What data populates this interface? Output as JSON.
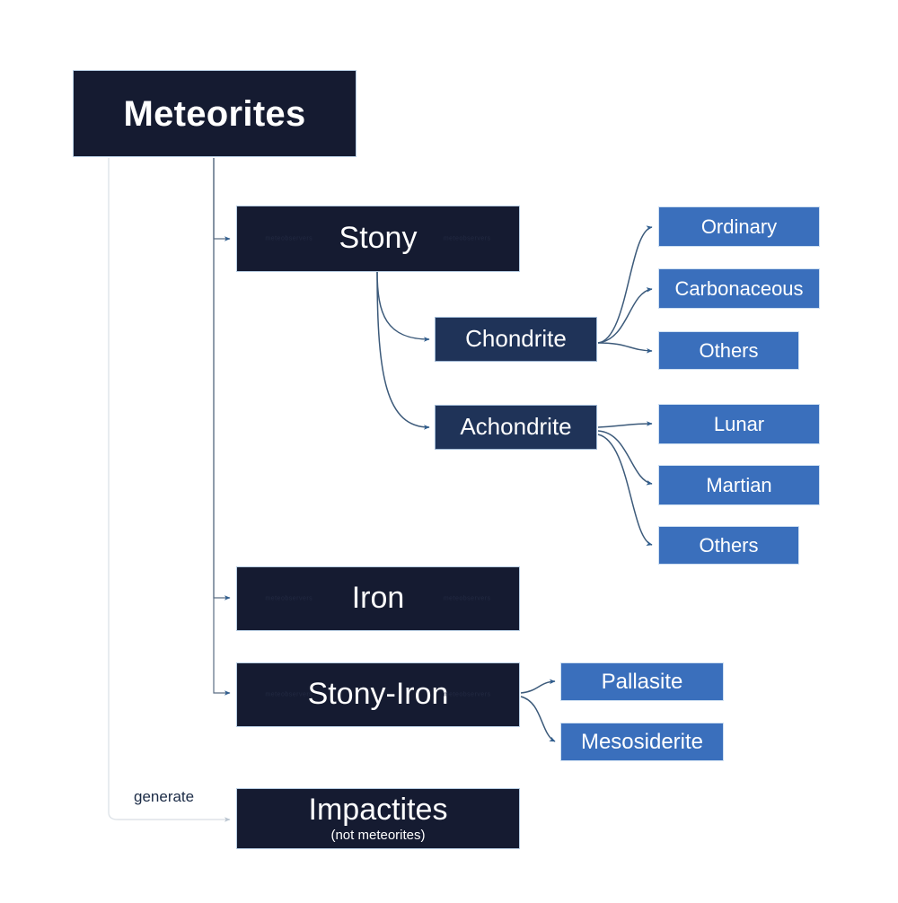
{
  "diagram": {
    "title": "Meteorites",
    "background": "#ffffff",
    "colors": {
      "dark_node": "#151b31",
      "mid_node": "#1f3358",
      "blue_node": "#3a6fbc",
      "node_border": "#b9cfe4",
      "connector": "#3c5a7a",
      "connector_light": "#d6dde4",
      "text": "#ffffff",
      "edge_label_text": "#1b2b46"
    },
    "watermark": "meteobservers",
    "root": {
      "label": "Meteorites"
    },
    "branches": [
      {
        "label": "Stony"
      },
      {
        "label": "Iron"
      },
      {
        "label": "Stony-Iron"
      },
      {
        "label": "Impactites",
        "sublabel": "(not meteorites)"
      }
    ],
    "stony_children": [
      {
        "label": "Chondrite"
      },
      {
        "label": "Achondrite"
      }
    ],
    "chondrite_children": [
      {
        "label": "Ordinary"
      },
      {
        "label": "Carbonaceous"
      },
      {
        "label": "Others"
      }
    ],
    "achondrite_children": [
      {
        "label": "Lunar"
      },
      {
        "label": "Martian"
      },
      {
        "label": "Others"
      }
    ],
    "stony_iron_children": [
      {
        "label": "Pallasite"
      },
      {
        "label": "Mesosiderite"
      }
    ],
    "edge_labels": {
      "generate": "generate"
    }
  }
}
